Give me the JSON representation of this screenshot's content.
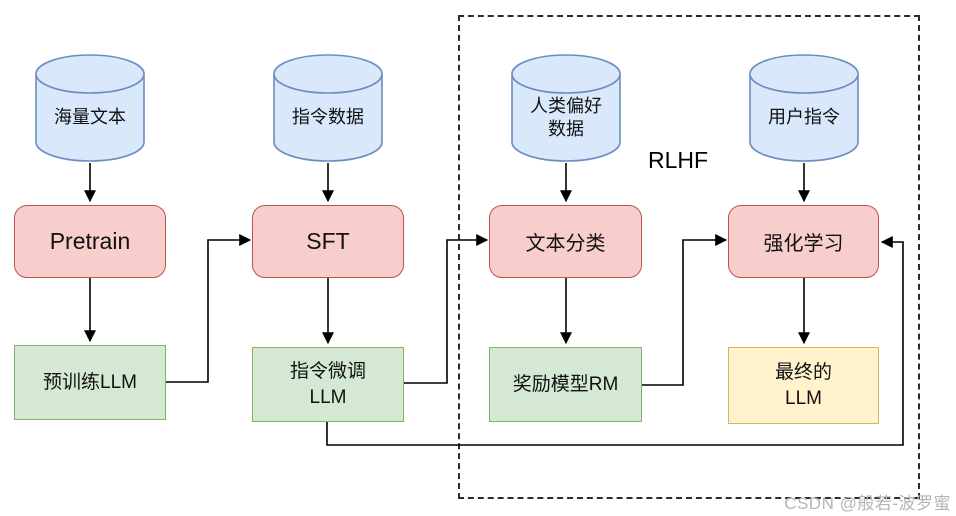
{
  "diagram": {
    "title_region_label": "RLHF",
    "datastores": [
      {
        "id": "massive-text",
        "label": "海量文本"
      },
      {
        "id": "instruction-data",
        "label": "指令数据"
      },
      {
        "id": "human-preference",
        "label": "人类偏好\n数据"
      },
      {
        "id": "user-instruction",
        "label": "用户指令"
      }
    ],
    "processes": [
      {
        "id": "pretrain",
        "label": "Pretrain"
      },
      {
        "id": "sft",
        "label": "SFT"
      },
      {
        "id": "text-classification",
        "label": "文本分类"
      },
      {
        "id": "reinforcement-learning",
        "label": "强化学习"
      }
    ],
    "outputs": [
      {
        "id": "pretrained-llm",
        "label": "预训练LLM"
      },
      {
        "id": "instruction-tuned-llm",
        "label": "指令微调\nLLM"
      },
      {
        "id": "reward-model",
        "label": "奖励模型RM"
      },
      {
        "id": "final-llm",
        "label": "最终的\nLLM"
      }
    ],
    "colors": {
      "datastore_fill": "#dae8fc",
      "datastore_stroke": "#6c8ebf",
      "process_fill": "#f8cecc",
      "process_stroke": "#b85450",
      "output_fill": "#d5e8d4",
      "output_stroke": "#82b366",
      "final_fill": "#fff2cc",
      "final_stroke": "#d6b656",
      "connector": "#000000"
    }
  },
  "watermark": "CSDN @般若-波罗蜜"
}
